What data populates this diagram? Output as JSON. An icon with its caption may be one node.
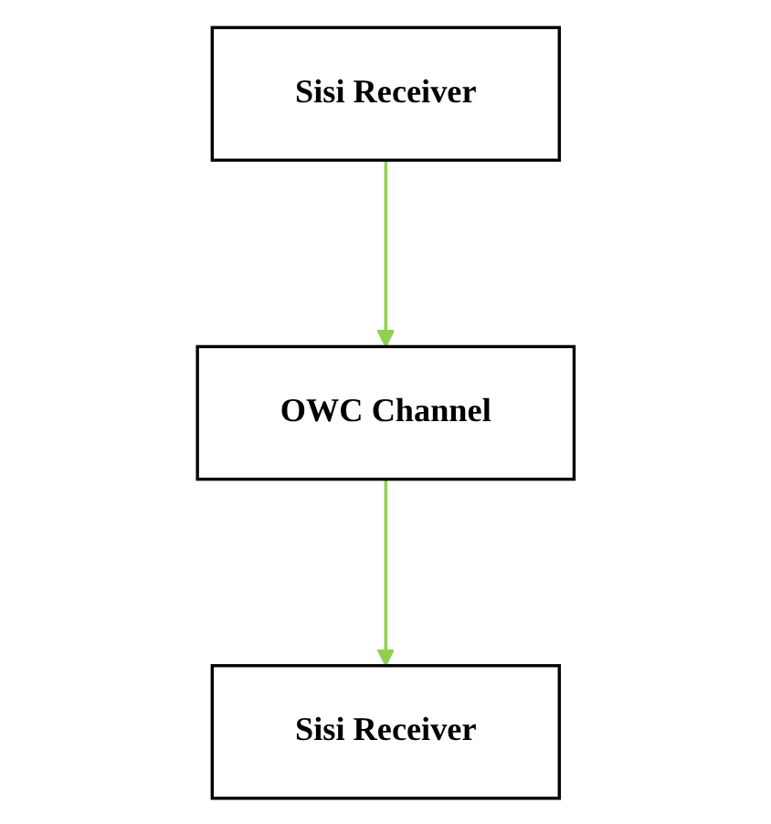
{
  "diagram": {
    "nodes": [
      {
        "text": [
          "Sisi Receiver"
        ]
      },
      {
        "text": [
          "OWC Channel"
        ]
      },
      {
        "text": [
          "Sisi Receiver"
        ]
      }
    ],
    "edges": [
      {
        "from": 0,
        "to": 1,
        "arrow": "to",
        "color": "#8fd14f"
      },
      {
        "from": 1,
        "to": 2,
        "arrow": "to",
        "color": "#8fd14f"
      }
    ]
  }
}
